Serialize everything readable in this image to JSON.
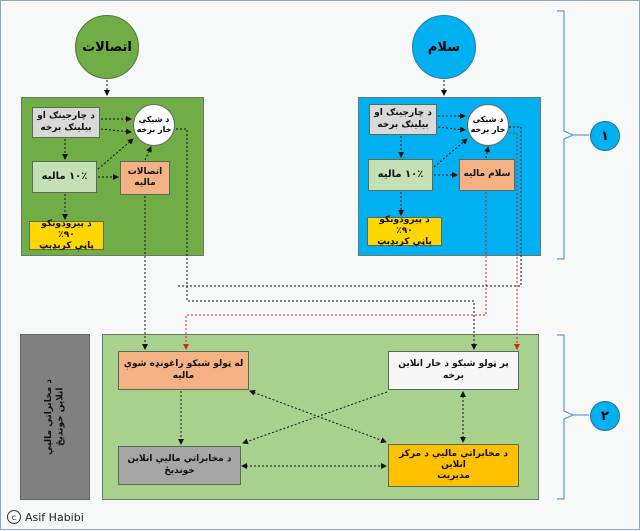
{
  "org_left": "اتصالات",
  "org_right": "سلام",
  "left_panel": {
    "charging": "د چارجینګ او\nبیلینګ برخه",
    "network": "د شبکې\nخار برخه",
    "tax10": "۱۰٪ مالیه",
    "finance": "اتصالات\nمالیه",
    "gateway90": "د پیرودونکو ۹۰٪\nپاڼې کرېډېټ"
  },
  "right_panel": {
    "charging": "د چارجینګ او\nبیلینګ برخه",
    "network": "د شبکې\nخار برخه",
    "tax10": "۱۰٪ مالیه",
    "finance": "سلام مالیه",
    "gateway90": "د پیرودونکو ۹۰٪\nپاڼې کرېډېټ"
  },
  "bottom_panel": {
    "collection": "له ټولو شبکو راغونډه شوې مالیه",
    "monitoring": "پر ټولو شبکو د خار انلاین برخه",
    "database": "د مخابراتي مالیې انلاین خونديځ",
    "center": "د مخابراتي مالیې د مرکز انلاین\nمدیریت"
  },
  "side_label": "د مخابراتي مالیې\nانلاین خونديځ",
  "level_1": "۱",
  "level_2": "۲",
  "footer": {
    "copyright_symbol": "c",
    "author": "Asif Habibi"
  },
  "colors": {
    "green_panel": "#70ad47",
    "blue_panel": "#00b0f0",
    "bottom_panel": "#a9d18e",
    "gray_box": "#d9d9d9",
    "light_green_box": "#c5e0b4",
    "orange_box": "#f4b183",
    "yellow_box": "#ffd700",
    "dark_gray_box": "#a6a6a6",
    "gold_box": "#ffc000",
    "brace": "#5b9bd5",
    "red_arrow": "#e02020"
  }
}
